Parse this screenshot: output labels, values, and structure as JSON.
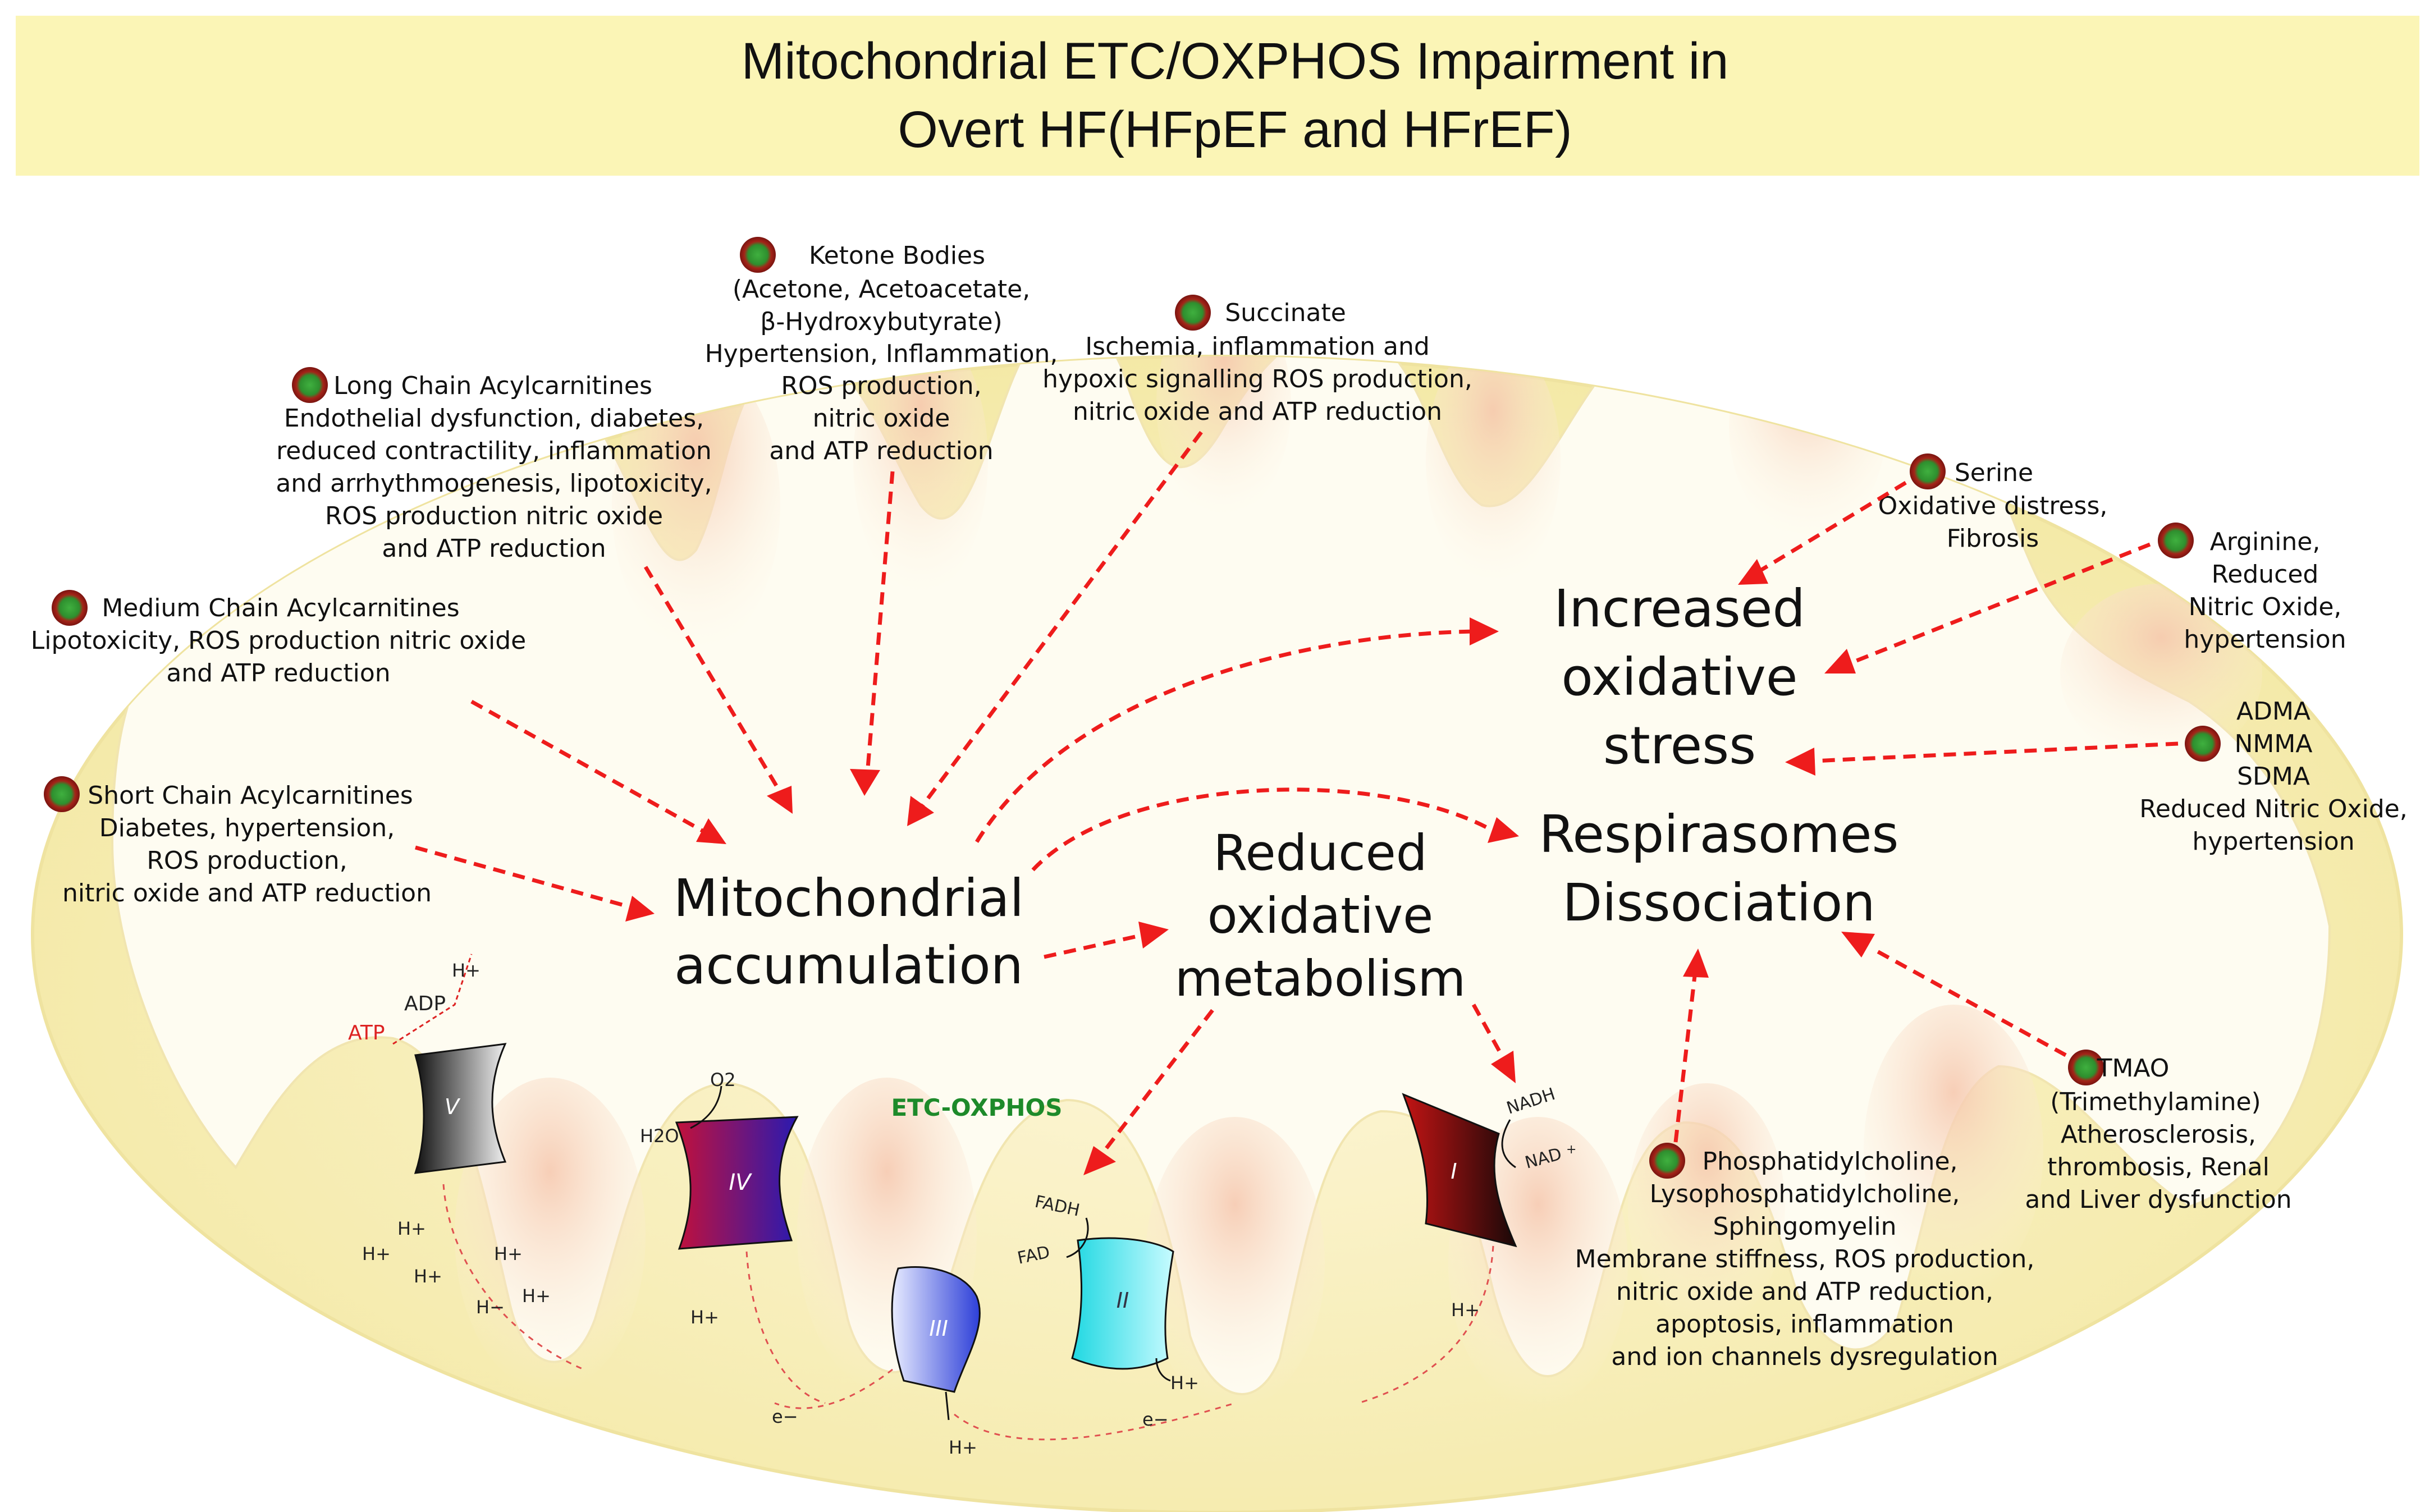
{
  "title": {
    "line1": "Mitochondrial ETC/OXPHOS Impairment in",
    "line2": "Overt HF(HFpEF and HFrEF)"
  },
  "labels": {
    "mitochondrial_accumulation": [
      "Mitochondrial",
      "accumulation"
    ],
    "reduced_oxidative_metabolism": [
      "Reduced",
      "oxidative",
      "metabolism"
    ],
    "increased_oxidative_stress": [
      "Increased",
      "oxidative",
      "stress"
    ],
    "respirasomes_dissociation": [
      "Respirasomes",
      "Dissociation"
    ],
    "etc_oxphos": "ETC-OXPHOS"
  },
  "metabolites": {
    "ketone_bodies": [
      "Ketone Bodies",
      "(Acetone, Acetoacetate,",
      "β-Hydroxybutyrate)",
      "Hypertension, Inflammation,",
      "ROS production,",
      "nitric oxide",
      "and ATP reduction"
    ],
    "succinate": [
      "Succinate",
      "Ischemia, inflammation and",
      "hypoxic signalling ROS production,",
      "nitric oxide and ATP reduction"
    ],
    "long_chain": [
      "Long Chain Acylcarnitines",
      "Endothelial dysfunction, diabetes,",
      "reduced contractility, inflammation",
      "and arrhythmogenesis, lipotoxicity,",
      "ROS production nitric oxide",
      "and ATP reduction"
    ],
    "medium_chain": [
      "Medium Chain Acylcarnitines",
      "Lipotoxicity, ROS production nitric oxide",
      "and ATP reduction"
    ],
    "short_chain": [
      "Short Chain Acylcarnitines",
      "Diabetes, hypertension,",
      "ROS production,",
      "nitric oxide and ATP reduction"
    ],
    "serine": [
      "Serine",
      "Oxidative distress,",
      "Fibrosis"
    ],
    "arginine": [
      "Arginine,",
      "Reduced",
      "Nitric Oxide,",
      "hypertension"
    ],
    "adma": [
      "ADMA",
      "NMMA",
      "SDMA",
      "Reduced Nitric Oxide,",
      "hypertension"
    ],
    "tmao": [
      "TMAO",
      "(Trimethylamine)",
      "Atherosclerosis,",
      "thrombosis, Renal",
      "and Liver dysfunction"
    ],
    "phospholipids": [
      "Phosphatidylcholine,",
      "Lysophosphatidylcholine,",
      "Sphingomyelin",
      "Membrane stiffness, ROS production,",
      "nitric oxide and ATP reduction,",
      "apoptosis, inflammation",
      "and ion channels dysregulation"
    ]
  },
  "complexes": {
    "v": "V",
    "iv": "IV",
    "iii": "III",
    "ii": "II",
    "i": "I"
  },
  "small_labels": {
    "h_plus": "H+",
    "h_minus": "H−",
    "adp": "ADP",
    "atp": "ATP",
    "o2": "O2",
    "h2o": "H2O",
    "fadh": "FADH",
    "fad": "FAD",
    "nadh": "NADH",
    "nad": "NAD",
    "nad_sup": "+",
    "e_minus": "e−"
  },
  "colors": {
    "title_band": "#fbf5b6",
    "membrane_fill": "#f7efb0",
    "matrix_fill": "#fefcf2",
    "arrow_red": "#ee1c1c",
    "etc_label": "#1d8a2a",
    "bullet_outer": "#b22020",
    "bullet_inner": "#2e9a2e"
  }
}
